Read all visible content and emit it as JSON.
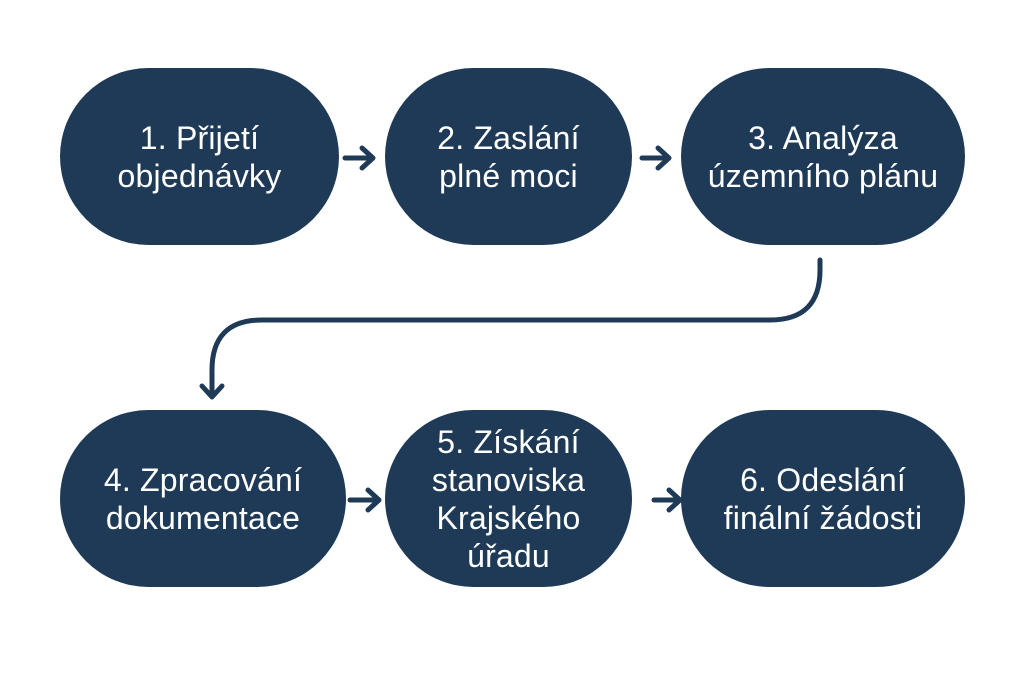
{
  "diagram": {
    "colors": {
      "node_fill": "#1e3a56",
      "node_text": "#ffffff",
      "connector": "#1e3a56",
      "background": "#ffffff"
    },
    "steps": [
      {
        "label": "1. Přijetí\nobjednávky"
      },
      {
        "label": "2. Zaslání\nplné moci"
      },
      {
        "label": "3. Analýza\núzemního plánu"
      },
      {
        "label": "4. Zpracování\ndokumentace"
      },
      {
        "label": "5. Získání\nstanoviska\nKrajského\núřadu"
      },
      {
        "label": "6. Odeslání\nfinální žádosti"
      }
    ]
  }
}
